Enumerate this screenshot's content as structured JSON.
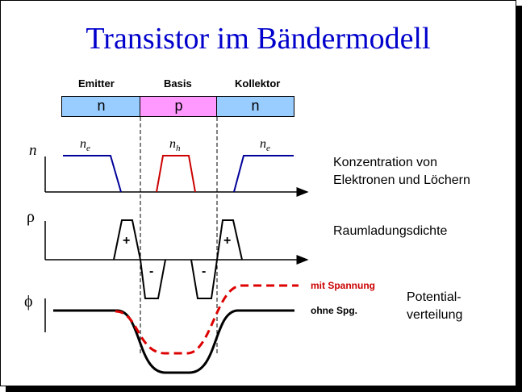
{
  "title": "Transistor im Bändermodell",
  "regions": [
    {
      "name": "Emitter",
      "type": "n",
      "color": "#99ccff"
    },
    {
      "name": "Basis",
      "type": "p",
      "color": "#ff99ff"
    },
    {
      "name": "Kollektor",
      "type": "n",
      "color": "#99ccff"
    }
  ],
  "plots": {
    "concentration": {
      "symbol": "n",
      "label_line1": "Konzentration von",
      "label_line2": "Elektronen und Löchern",
      "carrier_left": "n",
      "carrier_left_sub": "e",
      "carrier_mid": "n",
      "carrier_mid_sub": "h",
      "carrier_right": "n",
      "carrier_right_sub": "e"
    },
    "charge": {
      "symbol": "ρ",
      "label": "Raumladungsdichte",
      "plus_sign": "+",
      "minus_sign": "-"
    },
    "potential": {
      "symbol": "ϕ",
      "label_line1": "Potential-",
      "label_line2": "verteilung",
      "with_voltage": "mit Spannung",
      "without_voltage": "ohne Spg."
    }
  },
  "colors": {
    "title": "#0000cc",
    "electrons": "#000099",
    "holes": "#cc0000",
    "with_voltage_curve": "#dd0000"
  }
}
